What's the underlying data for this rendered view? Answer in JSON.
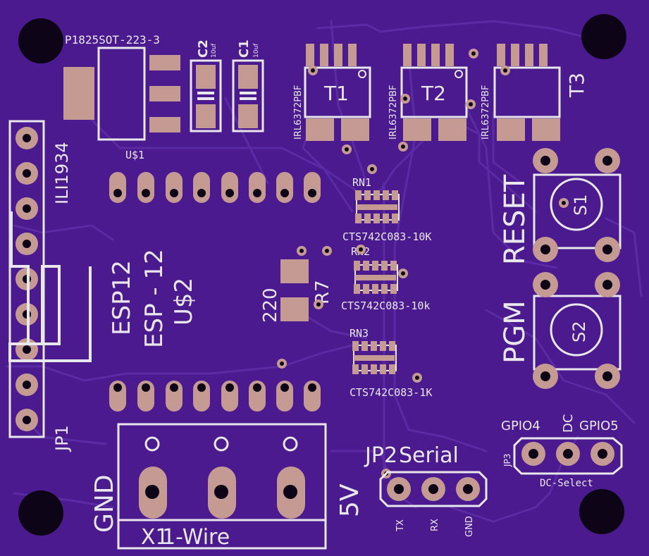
{
  "colors": {
    "board": "#4a1a8e",
    "trace": "#5a2ba4",
    "silkscreen": "#e8e8ec",
    "copper_pad": "#c59a93",
    "drill_hole": "#0d0418"
  },
  "labels": {
    "regulator_part": "P1825SOT-223-3",
    "regulator_name": "U$1",
    "cap_c2": "C2",
    "cap_c2_value": "10uf",
    "cap_c1": "C1",
    "cap_c1_value": "10uf",
    "mosfet_part": "IRL6372PBF",
    "t1": "T1",
    "t2": "T2",
    "t3": "T3",
    "display_header": "ILI1934",
    "header_jp1": "JP1",
    "module_esp12": "ESP12",
    "module_esp12_name": "ESP - 12",
    "module_u2": "U$2",
    "rn1": "RN1",
    "rn1_value": "CTS742C083-10K",
    "rn2": "RN2",
    "rn2_value": "CTS742C083-10k",
    "rn3": "RN3",
    "rn3_value": "CTS742C083-1K",
    "r7": "R7",
    "r7_value": "220",
    "reset": "RESET",
    "s1": "S1",
    "pgm": "PGM",
    "s2": "S2",
    "gpio4": "GPIO4",
    "dc": "DC",
    "gpio5": "GPIO5",
    "jp3": "JP3",
    "dc_select": "DC-Select",
    "jp2": "JP2",
    "serial": "Serial",
    "tx": "TX",
    "rx": "RX",
    "gnd_small": "GND",
    "gnd_big": "GND",
    "five_v": "5V",
    "x1": "X1",
    "one_wire": "1-Wire"
  }
}
